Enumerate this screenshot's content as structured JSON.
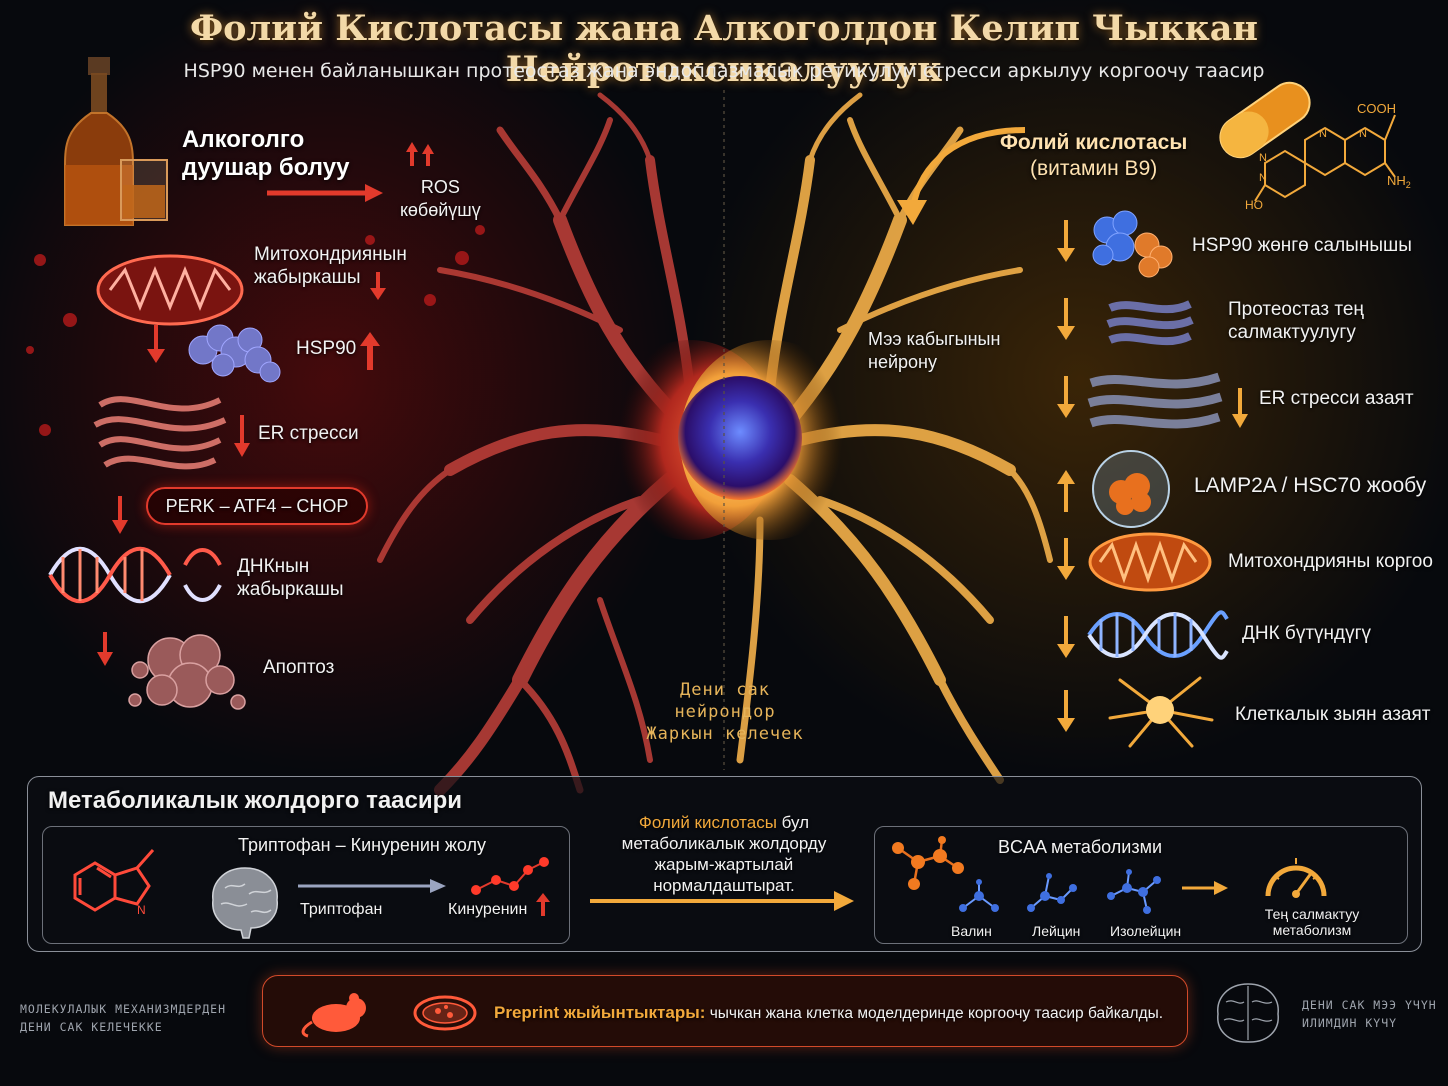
{
  "header": {
    "title": "Фолий Кислотасы жана Алкоголдон Келип Чыккан Нейротоксикалуулук",
    "subtitle": "HSP90 менен байланышкан протеостаз жана эндоплазмалык ретикулум стресси аркылуу коргоочу таасир"
  },
  "left_panel": {
    "exposure_line1": "Алкоголго",
    "exposure_line2": "дуушар болуу",
    "ros_line1": "ROS",
    "ros_line2": "көбөйүшү",
    "mito_line1": "Митохондриянын",
    "mito_line2": "жабыркашы",
    "hsp90": "HSP90",
    "er_stress": "ER стресси",
    "pathway": "PERK – ATF4 – CHOP",
    "dna_line1": "ДНКнын",
    "dna_line2": "жабыркашы",
    "apoptosis": "Апоптоз"
  },
  "center": {
    "neuron_line1": "Мээ кабыгынын",
    "neuron_line2": "нейрону",
    "bottom_line1": "Дени сак",
    "bottom_line2": "нейрондор",
    "bottom_line3": "Жаркын келечек"
  },
  "right_panel": {
    "folic_line1": "Фолий кислотасы",
    "folic_line2": "(витамин B9)",
    "cooh": "COOH",
    "nh2": "NH",
    "nh2_sub": "2",
    "ho": "HO",
    "n_label": "N",
    "items": [
      {
        "label": "HSP90 жөнгө салынышы"
      },
      {
        "label_line1": "Протеостаз тең",
        "label_line2": "салмактуулугу"
      },
      {
        "label": "ER стресси азаят"
      },
      {
        "label": "LAMP2A / HSC70 жообу"
      },
      {
        "label": "Митохондрияны коргоо"
      },
      {
        "label": "ДНК бүтүндүгү"
      },
      {
        "label": "Клеткалык зыян азаят"
      }
    ]
  },
  "metabolic": {
    "heading": "Метаболикалык жолдорго таасири",
    "trp_title": "Триптофан – Кинуренин жолу",
    "tryptophan": "Триптофан",
    "kynurenine": "Кинуренин",
    "n_label": "N",
    "middle_highlight": "Фолий кислотасы",
    "middle_rest1": " бул",
    "middle_line2": "метаболикалык жолдорду",
    "middle_line3": "жарым-жартылай",
    "middle_line4": "нормалдаштырат.",
    "bcaa_title": "BCAA метаболизми",
    "valine": "Валин",
    "leucine": "Лейцин",
    "isoleucine": "Изолейцин",
    "balance_line1": "Тең салмактуу",
    "balance_line2": "метаболизм"
  },
  "footer": {
    "left_line1": "МОЛЕКУЛАЛЫК МЕХАНИЗМДЕРДЕН",
    "left_line2": "ДЕНИ САК КЕЛЕЧЕККЕ",
    "preprint_bold": "Preprint жыйынтыктары:",
    "preprint_rest": " чычкан жана клетка моделдеринде коргоочу таасир байкалды.",
    "right_line1": "ДЕНИ САК МЭЭ ҮЧҮН",
    "right_line2": "ИЛИМДИН КҮЧҮ"
  },
  "colors": {
    "damage_red": "#e8322a",
    "protect_gold": "#f2a93b",
    "title_cream": "#f3d9a8",
    "blue_molecule": "#3f6fe0"
  },
  "icons": {
    "bottle": "whiskey-bottle-icon",
    "capsule": "capsule-icon",
    "mouse": "mouse-icon",
    "dish": "petri-dish-icon",
    "brain": "brain-icon",
    "gauge": "gauge-icon"
  }
}
